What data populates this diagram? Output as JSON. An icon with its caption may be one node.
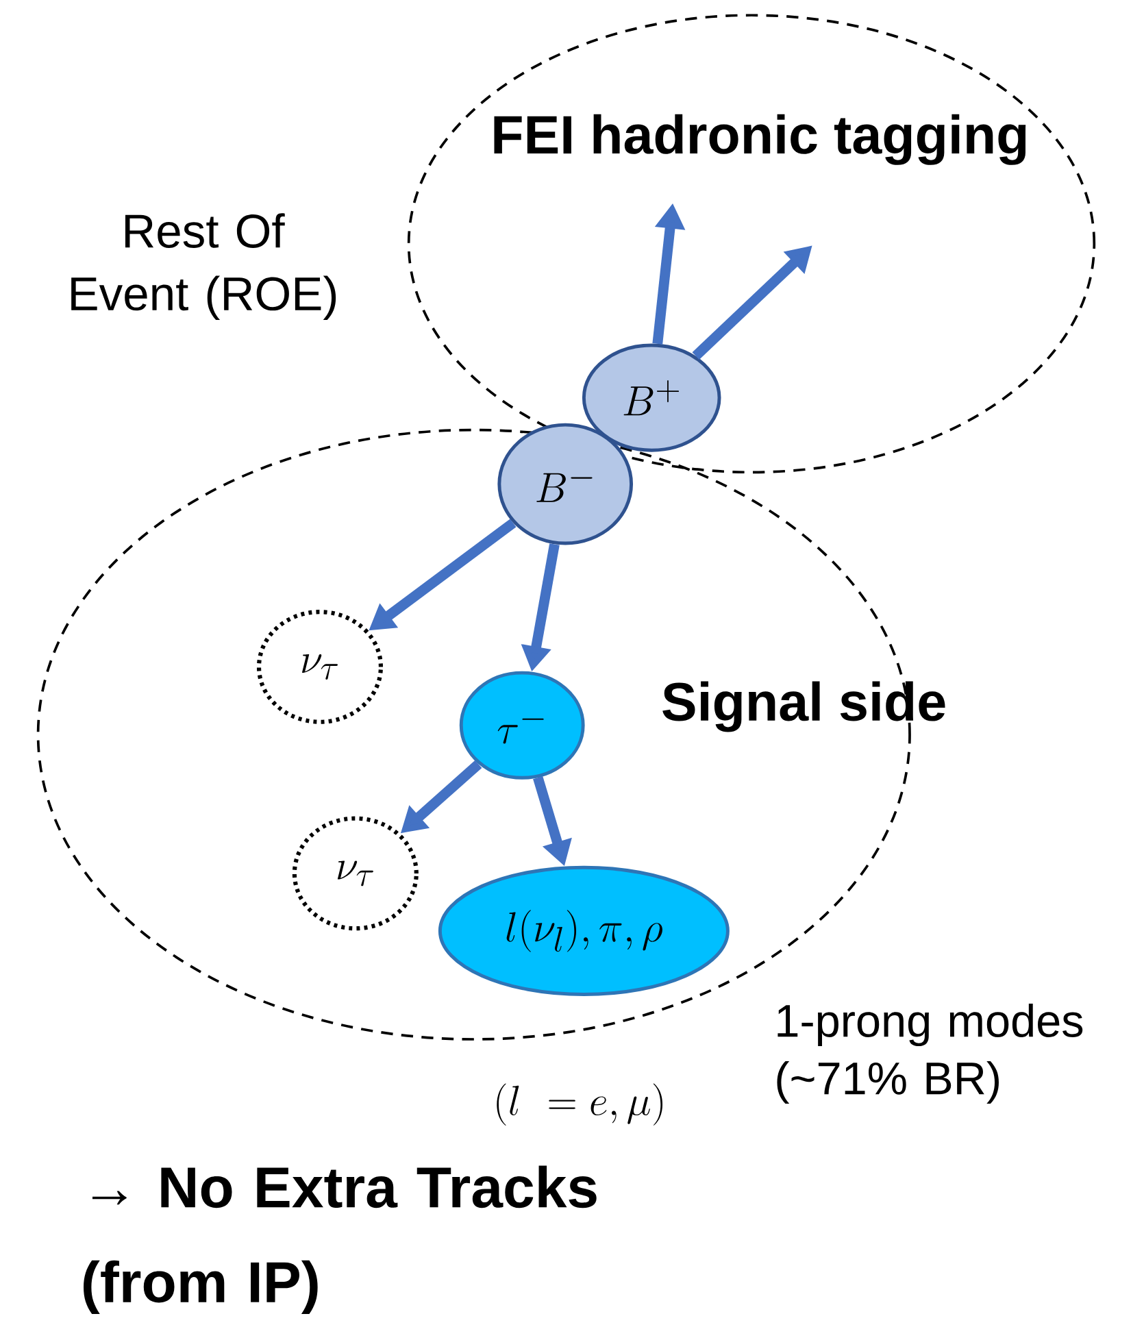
{
  "diagram": {
    "nodes": [
      {
        "text": [
          "FEI hadronic tagging"
        ]
      },
      {
        "text": [
          "Signal side"
        ]
      },
      {
        "text": [
          "B^+"
        ],
        "in": 0
      },
      {
        "text": [
          "B^-"
        ],
        "in": 1
      },
      {
        "text": [
          "\\nu_\\tau"
        ],
        "in": 1
      },
      {
        "text": [
          "\\tau^-"
        ],
        "in": 1
      },
      {
        "text": [
          "\\nu_\\tau"
        ],
        "in": 1
      },
      {
        "text": [
          "l(\\nu_l),\\pi,\\rho"
        ],
        "in": 1
      }
    ],
    "edges": [
      {
        "from": 2,
        "to": null,
        "arrow": "to"
      },
      {
        "from": 2,
        "to": null,
        "arrow": "to"
      },
      {
        "from": 3,
        "to": 4,
        "arrow": "to"
      },
      {
        "from": 3,
        "to": 5,
        "arrow": "to"
      },
      {
        "from": 5,
        "to": 6,
        "arrow": "to"
      },
      {
        "from": 5,
        "to": 7,
        "arrow": "to"
      }
    ],
    "labels": [
      "Rest Of Event (ROE)",
      "1-prong modes (~71% BR)",
      "(l\\ = e,\\mu)",
      "→ No Extra Tracks (from IP)"
    ]
  }
}
